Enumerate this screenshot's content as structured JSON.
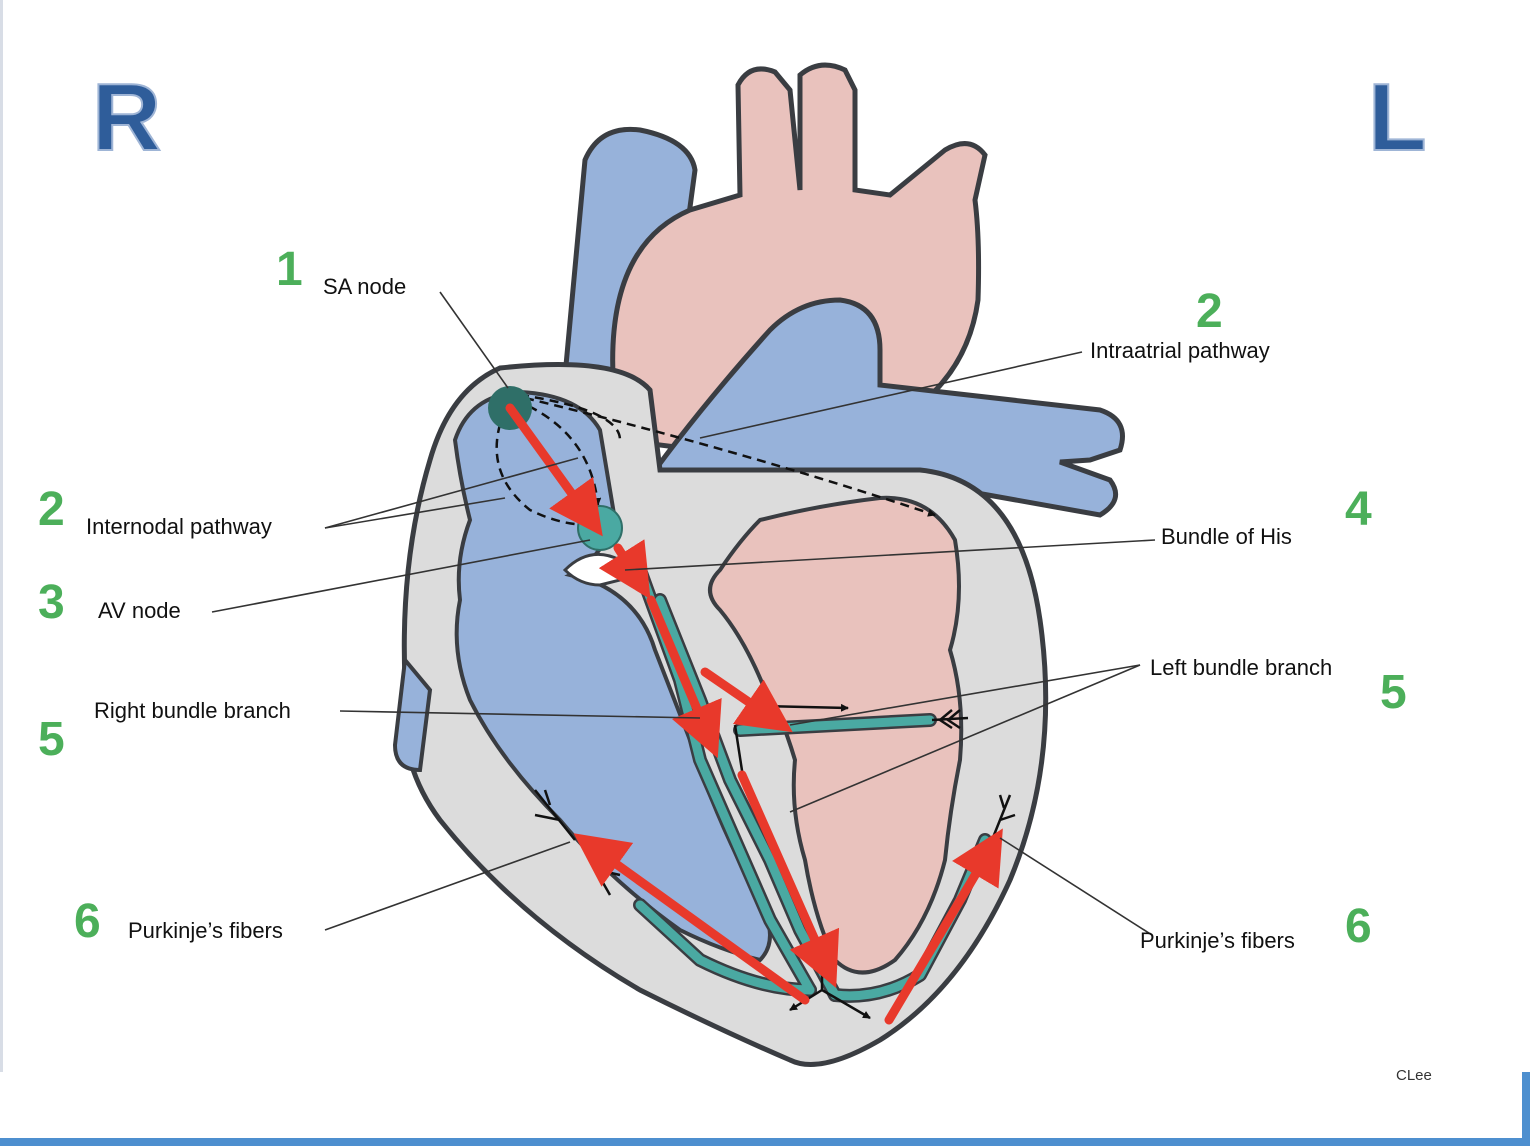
{
  "side_labels": {
    "right": "R",
    "left": "L"
  },
  "labels": {
    "sa_node": "SA node",
    "intraatrial_pathway": "Intraatrial pathway",
    "internodal_pathway": "Internodal pathway",
    "av_node": "AV node",
    "bundle_of_his": "Bundle of His",
    "left_bundle_branch": "Left bundle branch",
    "right_bundle_branch": "Right bundle branch",
    "purkinje_left": "Purkinje’s fibers",
    "purkinje_right": "Purkinje’s fibers",
    "credit": "CLee"
  },
  "steps": {
    "sa_node": "1",
    "intraatrial": "2",
    "internodal": "2",
    "av_node": "3",
    "bundle_of_his": "4",
    "right_bundle": "5",
    "left_bundle": "5",
    "purkinje_left": "6",
    "purkinje_right": "6"
  },
  "colors": {
    "side_label": "#2f5d9a",
    "step_number": "#4caf5a",
    "deoxygenated_blood": "#97b2da",
    "oxygenated_blood": "#e9c2bd",
    "myocardium": "#dcdcdc",
    "outline": "#3a3d42",
    "conduction_path": "#4aa9a2",
    "node": "#2f6f68",
    "impulse_arrow": "#e8392b"
  }
}
